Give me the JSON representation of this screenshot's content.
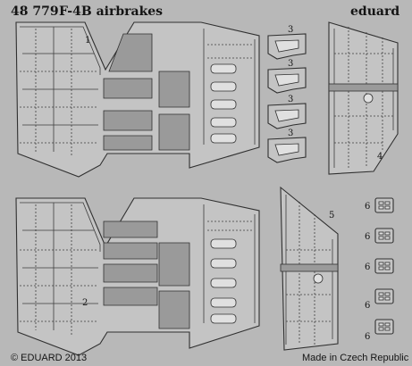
{
  "fret": {
    "code": "48 779",
    "title": "F-4B airbrakes",
    "brand": "eduard",
    "copyright": "© EDUARD 2013",
    "origin": "Made in Czech Republic"
  },
  "part_numbers": [
    "1",
    "2",
    "3",
    "3",
    "3",
    "3",
    "4",
    "5",
    "6",
    "6",
    "6",
    "6",
    "6"
  ],
  "colors": {
    "fret": "#b8b8b8",
    "part": "#c4c4c4",
    "etch": "#9a9a9a",
    "line": "#303030"
  }
}
